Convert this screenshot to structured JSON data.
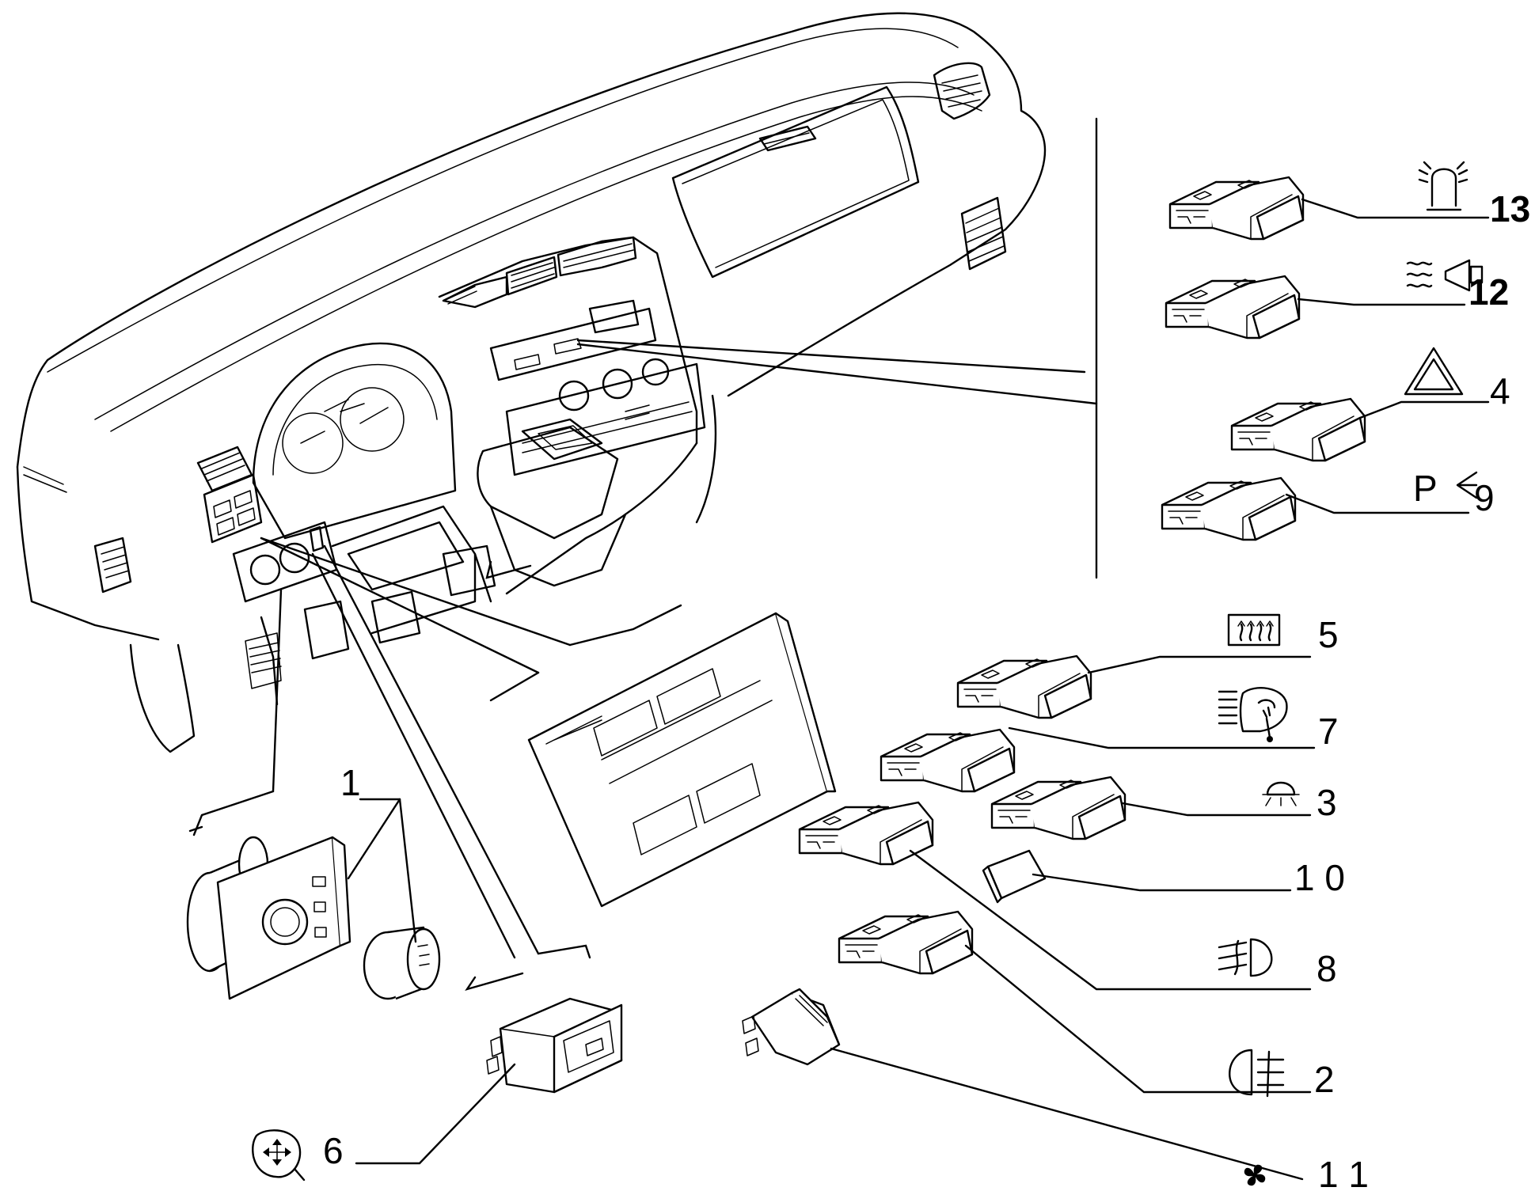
{
  "diagram": {
    "callouts": [
      {
        "id": "1",
        "label": "1"
      },
      {
        "id": "2",
        "label": "2"
      },
      {
        "id": "3",
        "label": "3"
      },
      {
        "id": "4",
        "label": "4"
      },
      {
        "id": "5",
        "label": "5"
      },
      {
        "id": "6",
        "label": "6"
      },
      {
        "id": "7",
        "label": "7"
      },
      {
        "id": "8",
        "label": "8"
      },
      {
        "id": "9",
        "label": "9"
      },
      {
        "id": "10",
        "label": "1 0"
      },
      {
        "id": "11",
        "label": "1 1"
      },
      {
        "id": "12",
        "label": "12"
      },
      {
        "id": "13",
        "label": "13"
      }
    ],
    "symbols": [
      {
        "callout": "13",
        "icon": "rotating-beacon-icon"
      },
      {
        "callout": "12",
        "icon": "horn-icon"
      },
      {
        "callout": "4",
        "icon": "hazard-warning-icon"
      },
      {
        "callout": "9",
        "icon": "parking-light-icon",
        "text": "P"
      },
      {
        "callout": "5",
        "icon": "rear-window-defrost-icon"
      },
      {
        "callout": "7",
        "icon": "headlamp-leveling-icon"
      },
      {
        "callout": "3",
        "icon": "interior-light-icon"
      },
      {
        "callout": "8",
        "icon": "front-fog-light-icon"
      },
      {
        "callout": "2",
        "icon": "rear-fog-light-icon"
      },
      {
        "callout": "6",
        "icon": "mirror-adjust-icon"
      },
      {
        "callout": "11",
        "icon": "fan-icon"
      }
    ]
  }
}
